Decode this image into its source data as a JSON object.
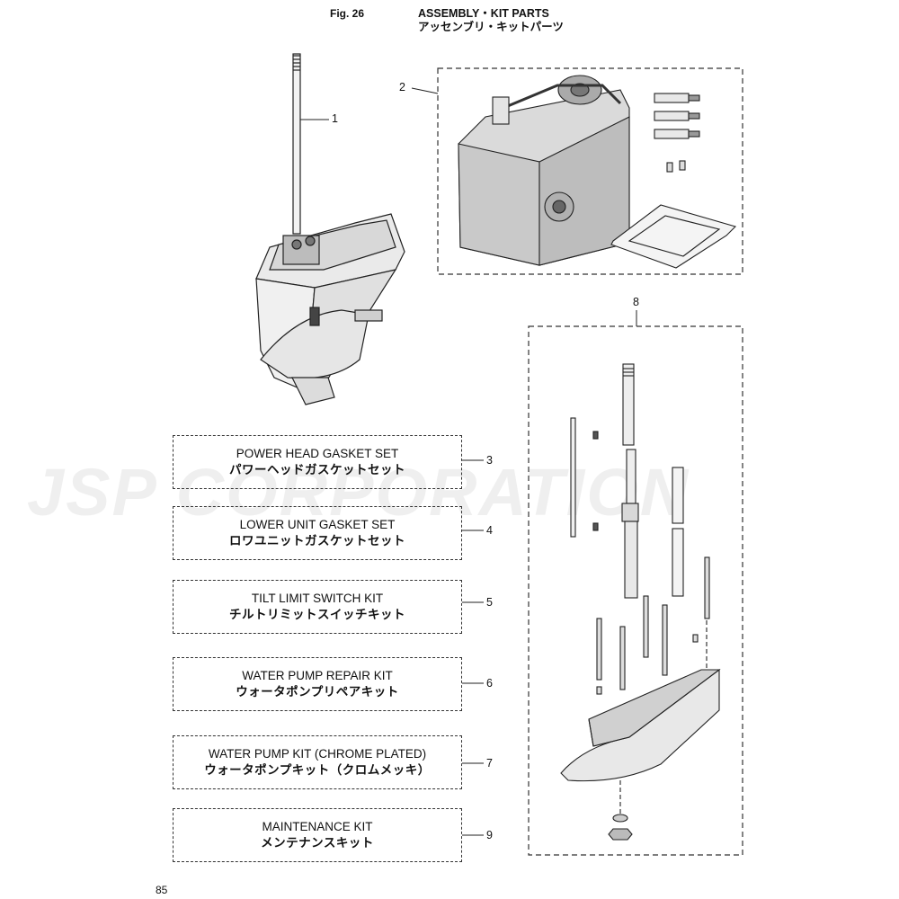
{
  "header": {
    "fig_label": "Fig. 26",
    "title_en": "ASSEMBLY・KIT PARTS",
    "title_jp": "アッセンブリ・キットパーツ"
  },
  "watermark": {
    "text": "JSP CORPORATION"
  },
  "callouts": {
    "c1": "1",
    "c2": "2",
    "c3": "3",
    "c4": "4",
    "c5": "5",
    "c6": "6",
    "c7": "7",
    "c8": "8",
    "c9": "9"
  },
  "kits": [
    {
      "name_en": "POWER HEAD GASKET SET",
      "name_jp": "パワーヘッドガスケットセット"
    },
    {
      "name_en": "LOWER UNIT GASKET SET",
      "name_jp": "ロワユニットガスケットセット"
    },
    {
      "name_en": "TILT LIMIT SWITCH KIT",
      "name_jp": "チルトリミットスイッチキット"
    },
    {
      "name_en": "WATER PUMP REPAIR KIT",
      "name_jp": "ウォータポンプリペアキット"
    },
    {
      "name_en": "WATER PUMP KIT (CHROME PLATED)",
      "name_jp": "ウォータポンプキット（クロムメッキ）"
    },
    {
      "name_en": "MAINTENANCE KIT",
      "name_jp": "メンテナンスキット"
    }
  ],
  "footer": {
    "page_number": "85"
  }
}
